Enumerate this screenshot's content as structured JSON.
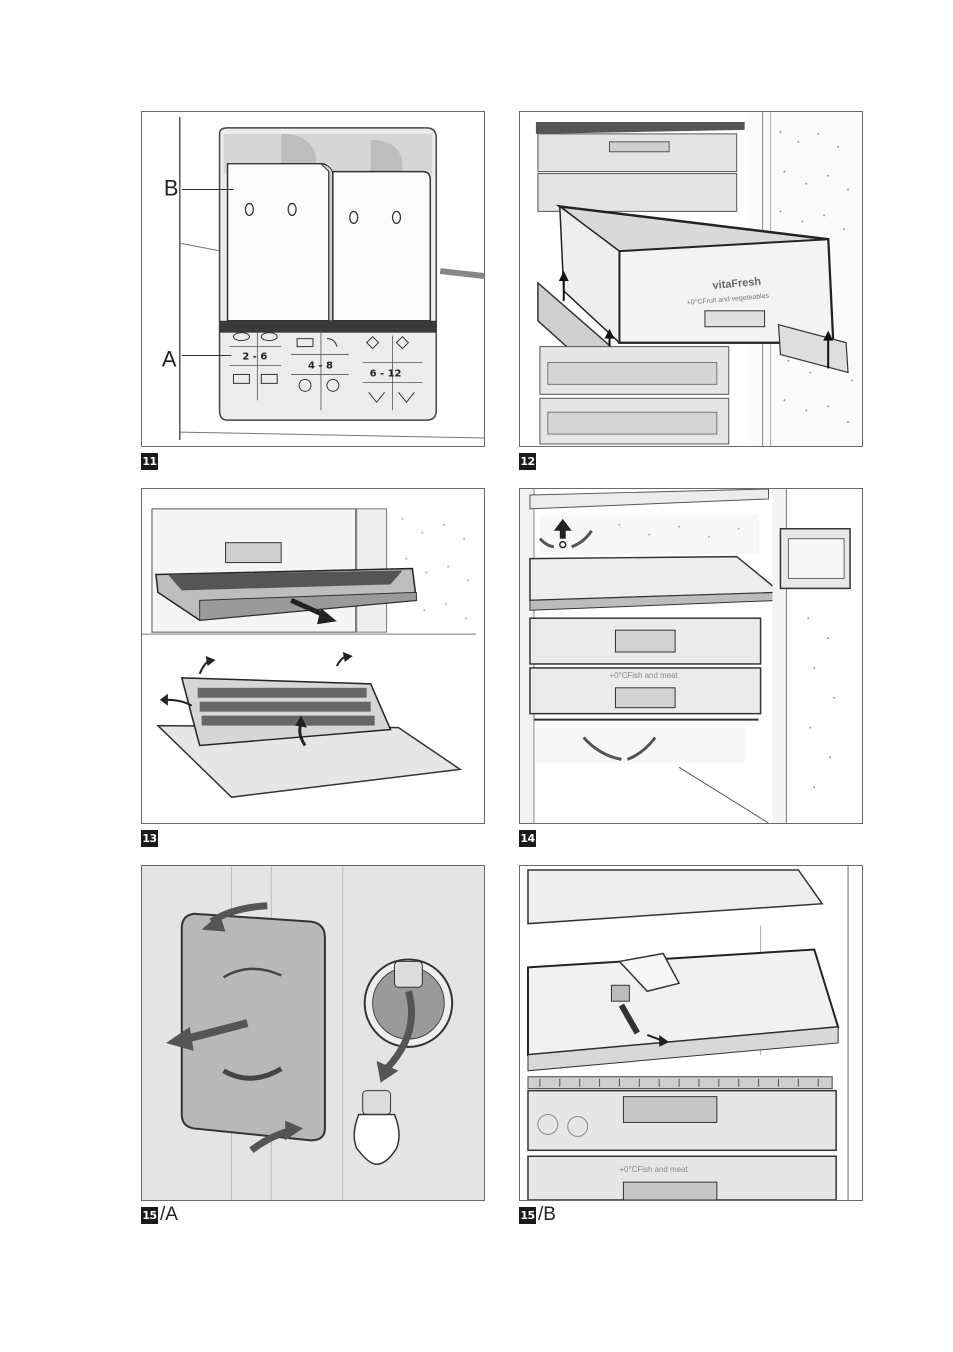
{
  "figures": [
    {
      "number": "11",
      "suffix": "",
      "callouts": [
        "B",
        "A"
      ],
      "zone_labels": [
        "2 - 6",
        "4 - 8",
        "6 - 12"
      ]
    },
    {
      "number": "12",
      "suffix": "",
      "drawer_brand": "vitaFresh",
      "drawer_caption": "+0°CFruit and vegeteables"
    },
    {
      "number": "13",
      "suffix": ""
    },
    {
      "number": "14",
      "suffix": "",
      "drawer_caption": "+0°CFish and meat"
    },
    {
      "number": "15",
      "suffix": "/A"
    },
    {
      "number": "15",
      "suffix": "/B",
      "drawer_caption": "+0°CFish and meat"
    }
  ]
}
